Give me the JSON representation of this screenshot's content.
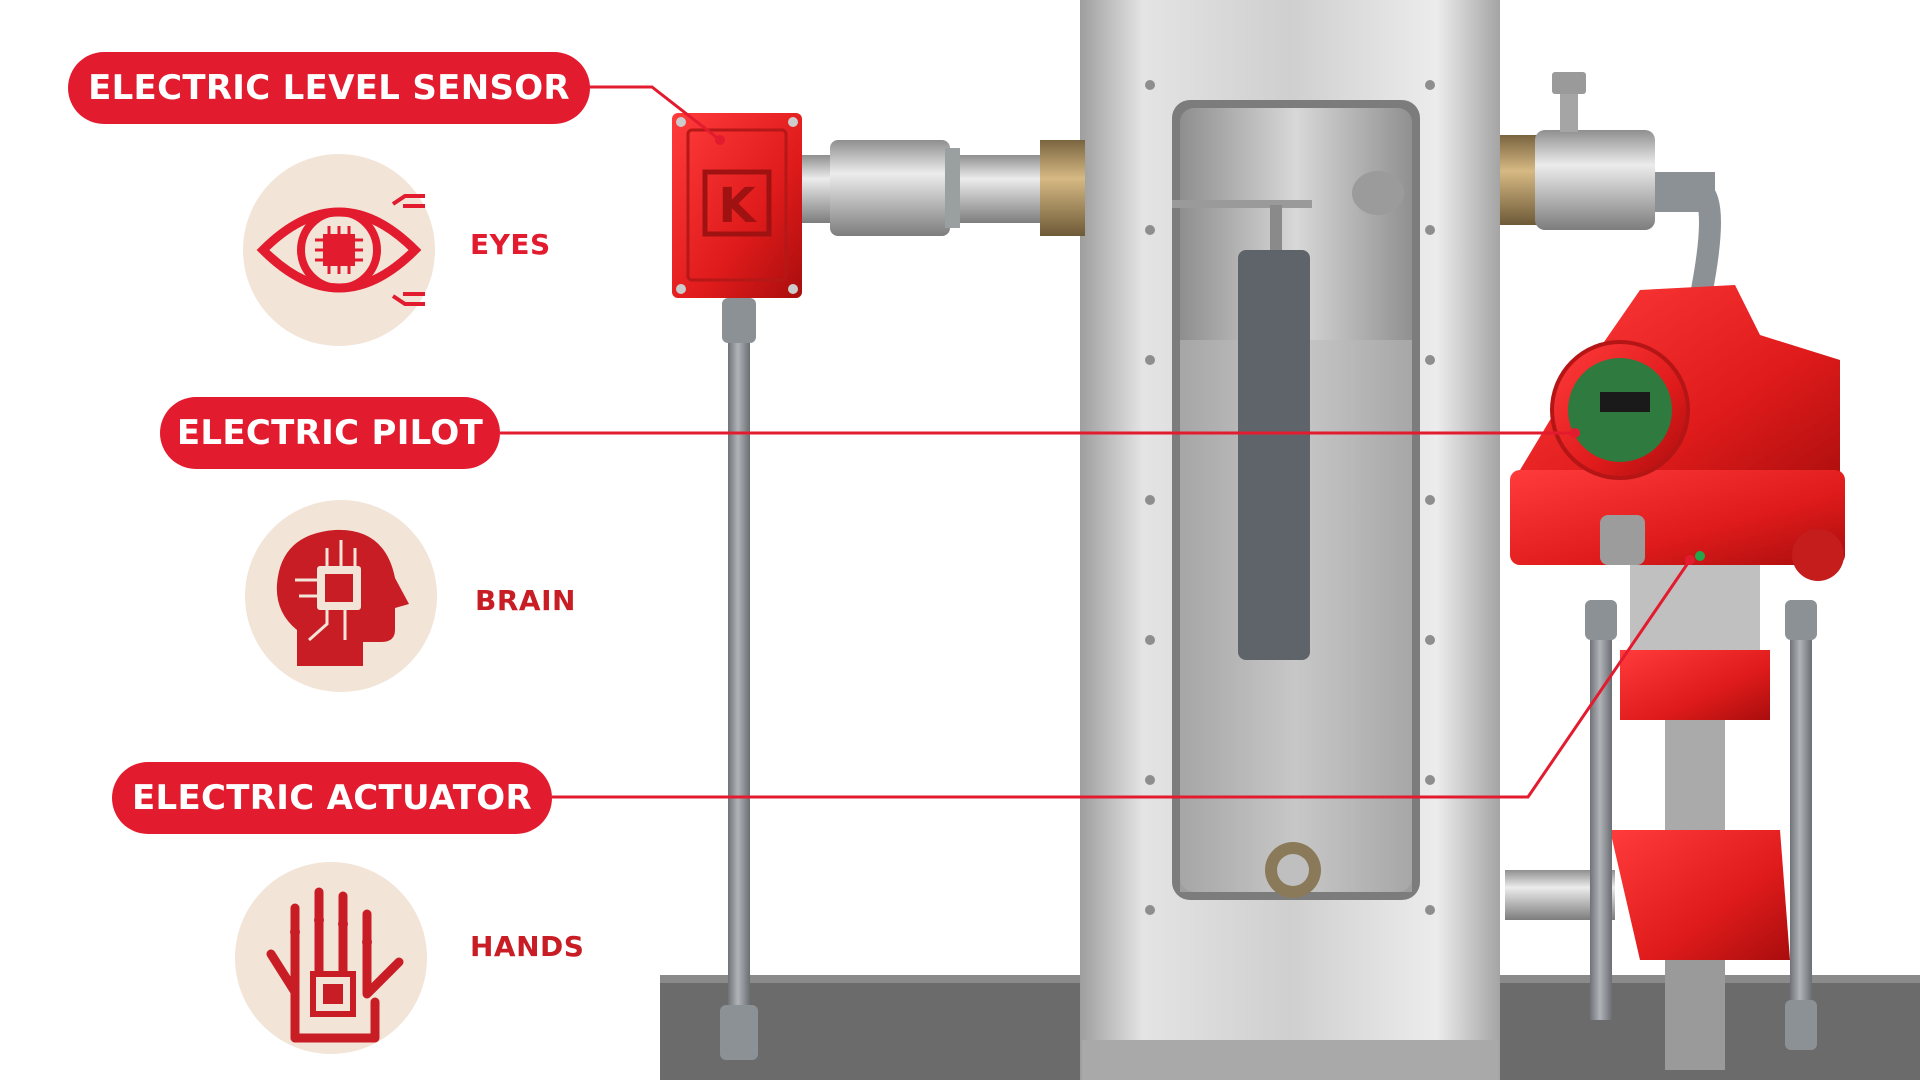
{
  "colors": {
    "accent": "#e31b2f",
    "accent_dark": "#b5141f",
    "icon_bg": "#f2e4d7",
    "steel": "#c9c9c9",
    "conduit": "#8c9196",
    "base_plate": "#6b6b6b"
  },
  "labels": {
    "level_sensor": "ELECTRIC LEVEL SENSOR",
    "pilot": "ELECTRIC PILOT",
    "actuator": "ELECTRIC ACTUATOR"
  },
  "roles": {
    "eyes": "EYES",
    "brain": "BRAIN",
    "hands": "HANDS"
  },
  "icons": {
    "eyes": "eye-with-chip-icon",
    "brain": "head-with-chip-icon",
    "hands": "hand-with-chip-icon"
  },
  "brand_mark": "K"
}
